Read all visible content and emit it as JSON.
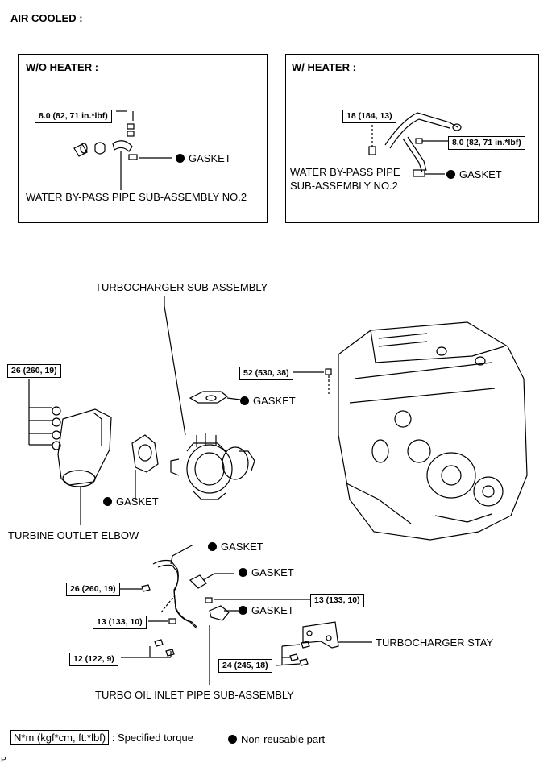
{
  "title": "AIR COOLED :",
  "panel_left": {
    "heading": "W/O HEATER :",
    "torque": "8.0 (82, 71 in.*lbf)",
    "gasket": "GASKET",
    "part": "WATER BY-PASS PIPE SUB-ASSEMBLY NO.2"
  },
  "panel_right": {
    "heading": "W/ HEATER :",
    "torque_a": "18 (184, 13)",
    "torque_b": "8.0 (82, 71 in.*lbf)",
    "part_line1": "WATER BY-PASS PIPE",
    "part_line2": "SUB-ASSEMBLY NO.2",
    "gasket": "GASKET"
  },
  "main": {
    "turbocharger": "TURBOCHARGER SUB-ASSEMBLY",
    "torque_26a": "26 (260, 19)",
    "torque_52": "52 (530, 38)",
    "gasket_top": "GASKET",
    "gasket_elbow": "GASKET",
    "turbine_elbow": "TURBINE OUTLET ELBOW",
    "gasket_pipe1": "GASKET",
    "gasket_pipe2": "GASKET",
    "gasket_pipe3": "GASKET",
    "torque_26b": "26 (260, 19)",
    "torque_13a": "13 (133, 10)",
    "torque_13b": "13 (133, 10)",
    "torque_12": "12 (122, 9)",
    "torque_24": "24 (245, 18)",
    "stay": "TURBOCHARGER STAY",
    "oil_pipe": "TURBO OIL INLET PIPE SUB-ASSEMBLY"
  },
  "legend": {
    "unit": "N*m (kgf*cm, ft.*lbf)",
    "unit_desc": ": Specified torque",
    "nonreusable": "Non-reusable part"
  },
  "corner_code": "P"
}
